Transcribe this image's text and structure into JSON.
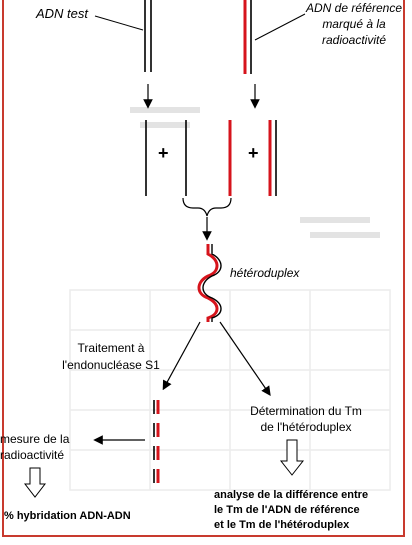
{
  "labels": {
    "test_dna": "ADN test",
    "reference_dna_line1": "ADN de référence",
    "reference_dna_line2": "marqué à la",
    "reference_dna_line3": "radioactivité",
    "plus_left": "+",
    "plus_right": "+",
    "heteroduplex": "hétéroduplex",
    "s1_line1": "Traitement à",
    "s1_line2": "l'endonucléase S1",
    "tm_line1": "Détermination du Tm",
    "tm_line2": "de l'hétéroduplex",
    "measure_line1": "mesure de la",
    "measure_line2": "radioactivité",
    "hybridization": "% hybridation ADN-ADN",
    "analysis_line1": "analyse de la différence entre",
    "analysis_line2": "le Tm de l'ADN de référence",
    "analysis_line3": "et le Tm de l'hétéroduplex"
  },
  "colors": {
    "dna_test": "#000000",
    "dna_reference": "#d6141c",
    "frame": "#c83a2e",
    "faint_background": "#d8d8d8"
  }
}
